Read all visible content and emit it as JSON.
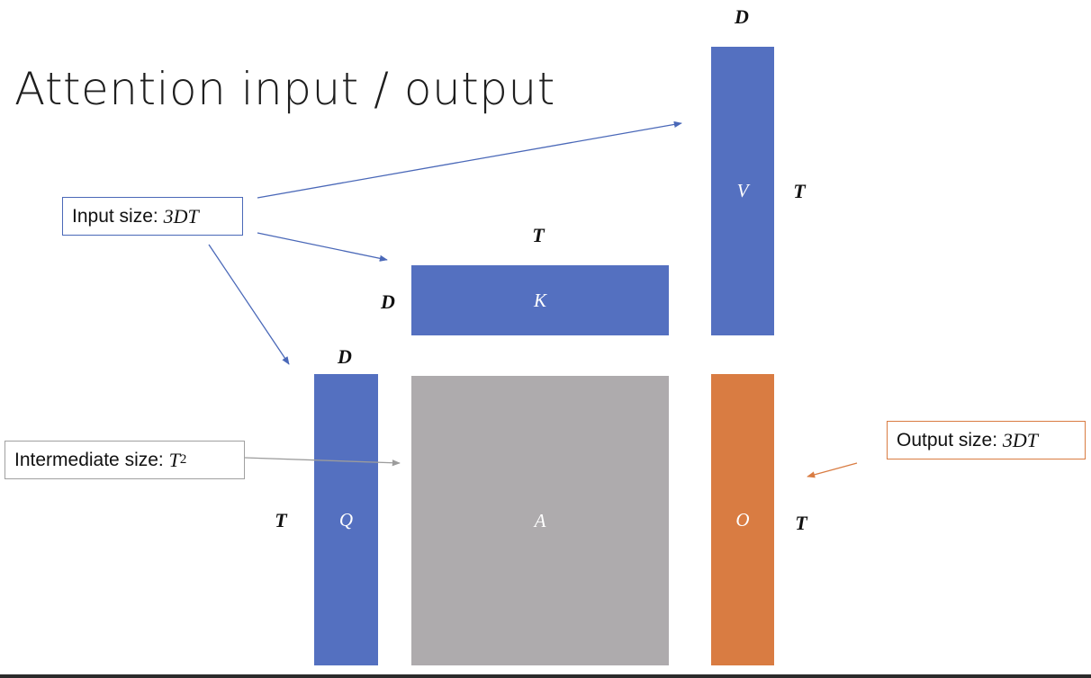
{
  "slide": {
    "title": "Attention input / output"
  },
  "matrices": {
    "v": {
      "label": "V",
      "rows_label": "T",
      "cols_label": "D",
      "color": "#5470c0"
    },
    "k": {
      "label": "K",
      "rows_label": "D",
      "cols_label": "T",
      "color": "#5470c0"
    },
    "q": {
      "label": "Q",
      "rows_label": "T",
      "cols_label": "D",
      "color": "#5470c0"
    },
    "a": {
      "label": "A",
      "color": "#aeabad"
    },
    "o": {
      "label": "O",
      "rows_label": "T",
      "color": "#d97c42"
    }
  },
  "callouts": {
    "input": {
      "text": "Input size: ",
      "math": "3DT",
      "border_color": "#4a68b8"
    },
    "intermediate": {
      "text": "Intermediate size: ",
      "math": "T",
      "sup": "2",
      "border_color": "#a0a0a0"
    },
    "output": {
      "text": "Output size: ",
      "math": "3DT",
      "border_color": "#d97c42"
    }
  },
  "colors": {
    "input_arrow": "#4a68b8",
    "intermediate_arrow": "#9c9c9c",
    "output_arrow": "#d97c42"
  }
}
